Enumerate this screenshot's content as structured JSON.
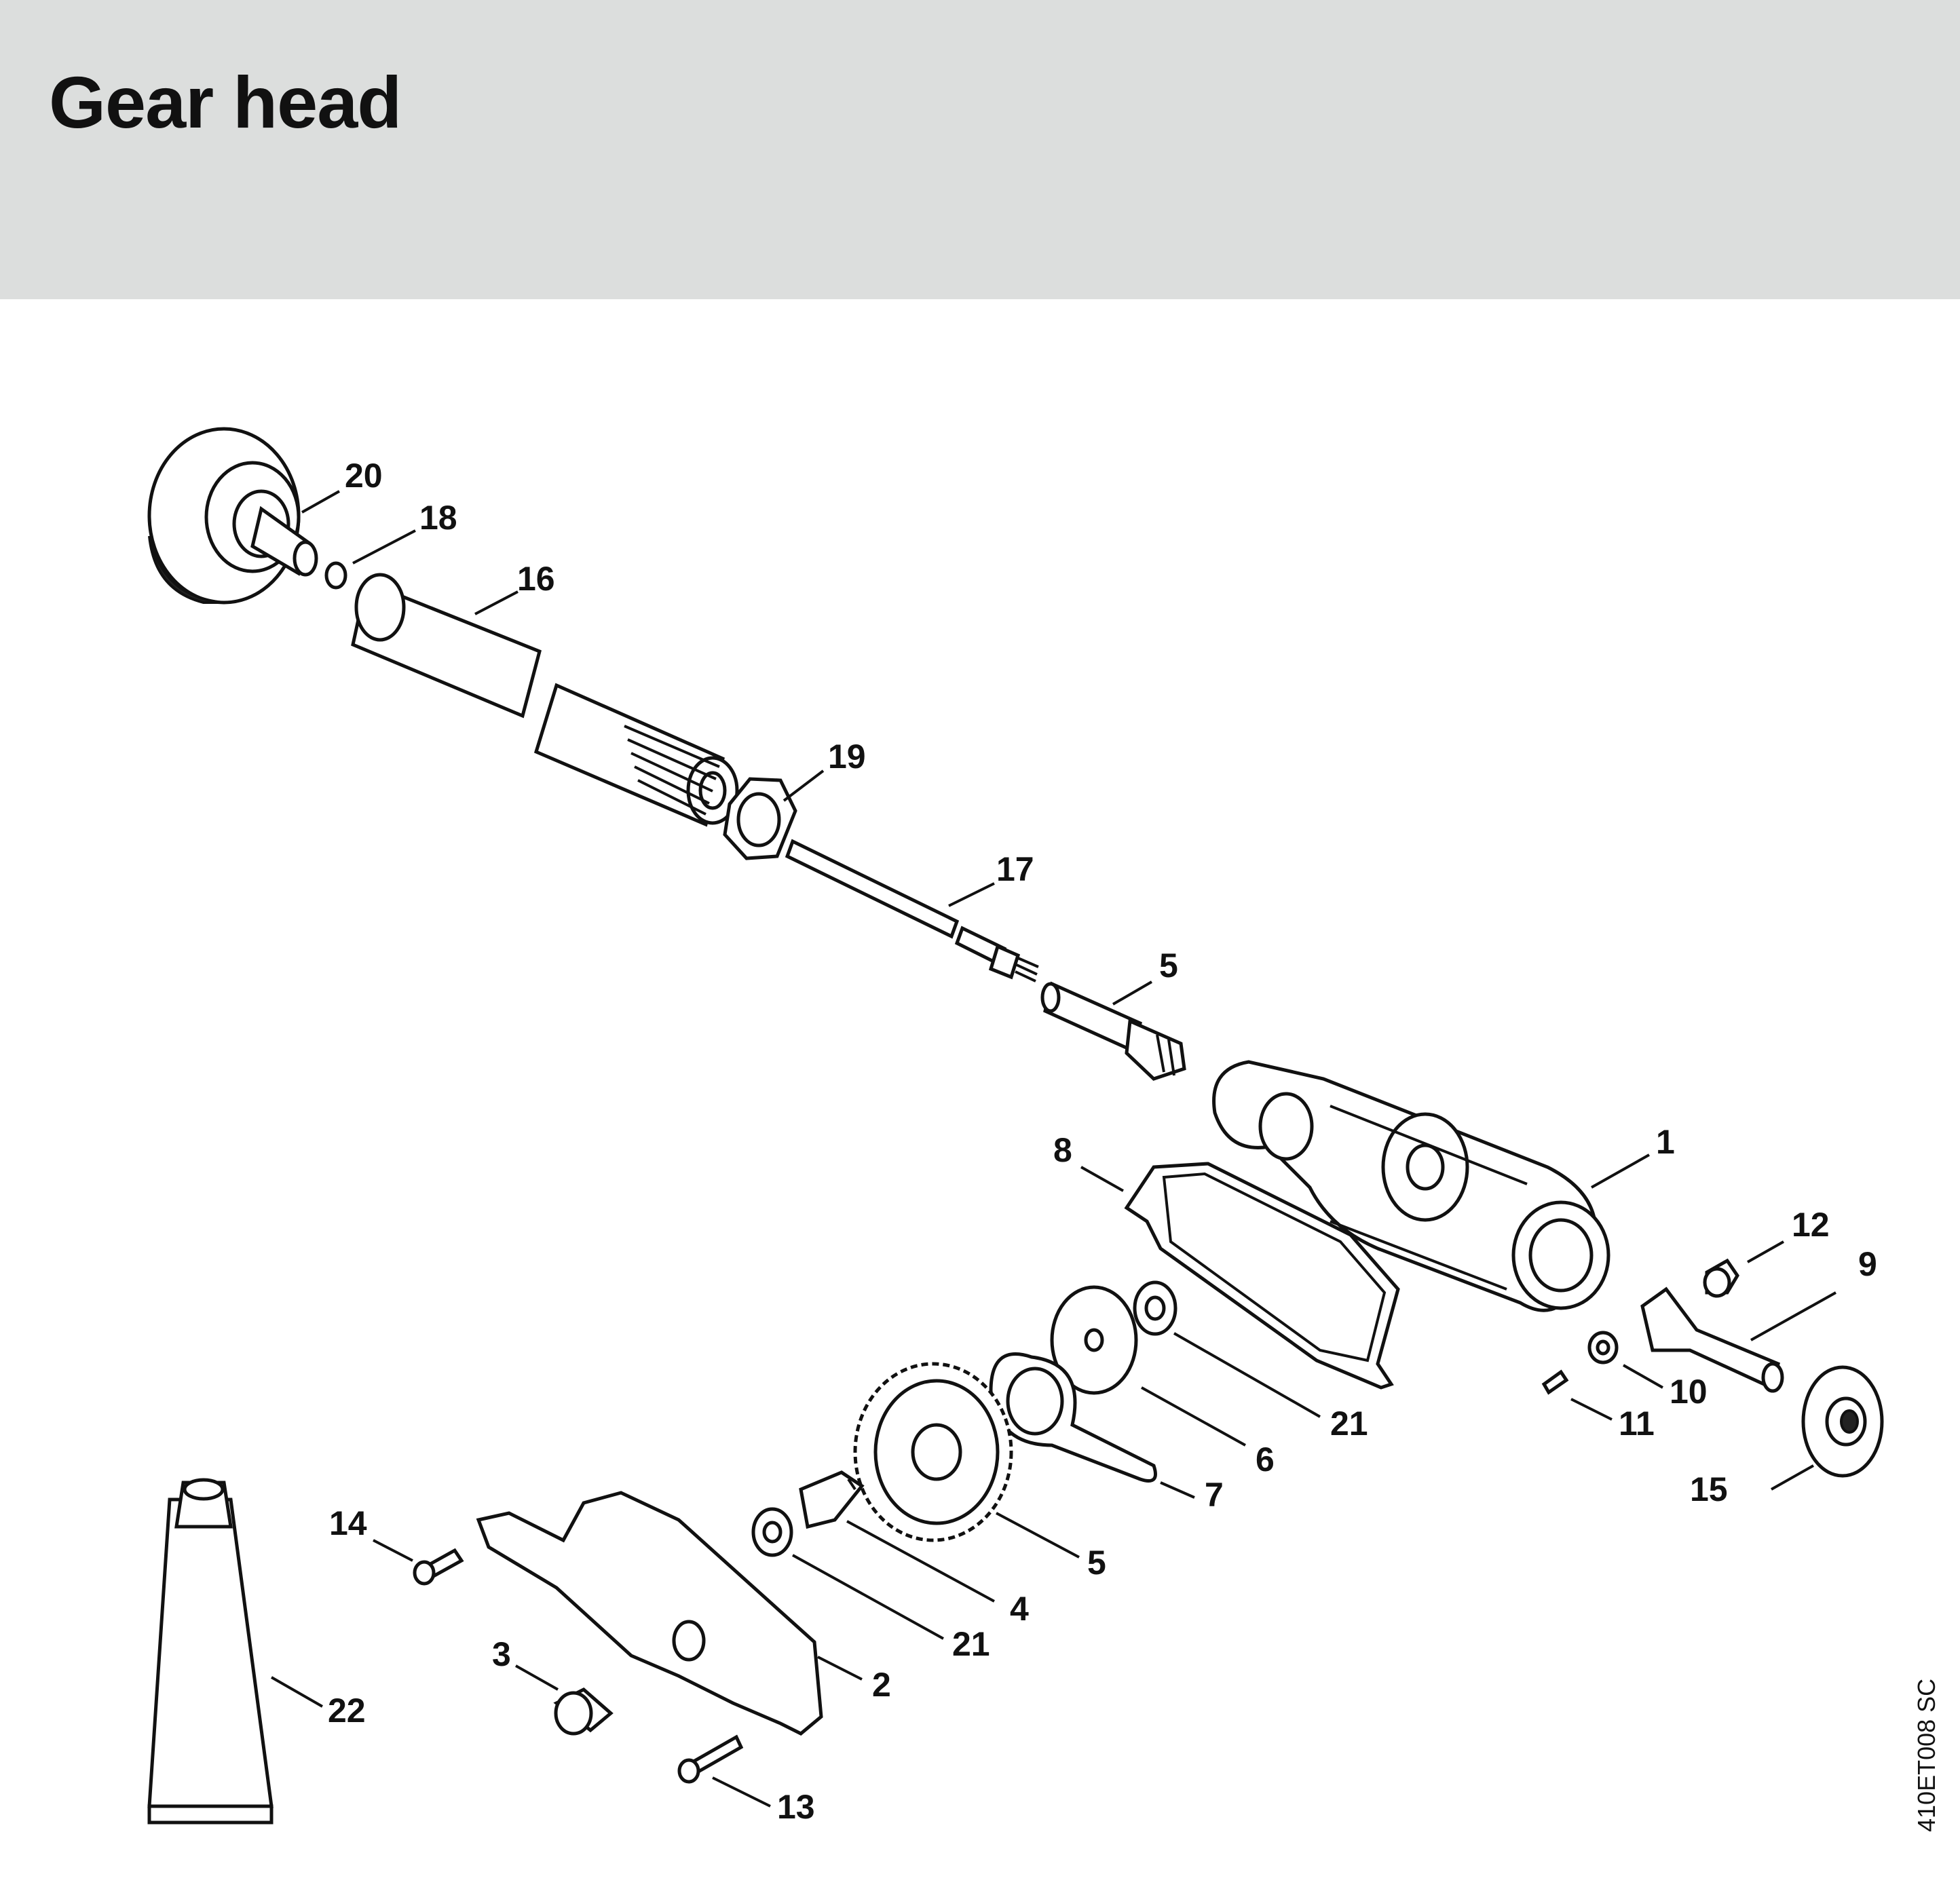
{
  "title": "Gear head",
  "drawing_code": "410ET008 SC",
  "callouts": [
    {
      "id": "c20",
      "label": "20"
    },
    {
      "id": "c18",
      "label": "18"
    },
    {
      "id": "c16",
      "label": "16"
    },
    {
      "id": "c19",
      "label": "19"
    },
    {
      "id": "c17",
      "label": "17"
    },
    {
      "id": "c5a",
      "label": "5"
    },
    {
      "id": "c1",
      "label": "1"
    },
    {
      "id": "c8",
      "label": "8"
    },
    {
      "id": "c12",
      "label": "12"
    },
    {
      "id": "c9",
      "label": "9"
    },
    {
      "id": "c10",
      "label": "10"
    },
    {
      "id": "c11",
      "label": "11"
    },
    {
      "id": "c15",
      "label": "15"
    },
    {
      "id": "c21a",
      "label": "21"
    },
    {
      "id": "c6",
      "label": "6"
    },
    {
      "id": "c7",
      "label": "7"
    },
    {
      "id": "c5b",
      "label": "5"
    },
    {
      "id": "c4",
      "label": "4"
    },
    {
      "id": "c21b",
      "label": "21"
    },
    {
      "id": "c14",
      "label": "14"
    },
    {
      "id": "c3",
      "label": "3"
    },
    {
      "id": "c2",
      "label": "2"
    },
    {
      "id": "c22",
      "label": "22"
    },
    {
      "id": "c13",
      "label": "13"
    }
  ]
}
